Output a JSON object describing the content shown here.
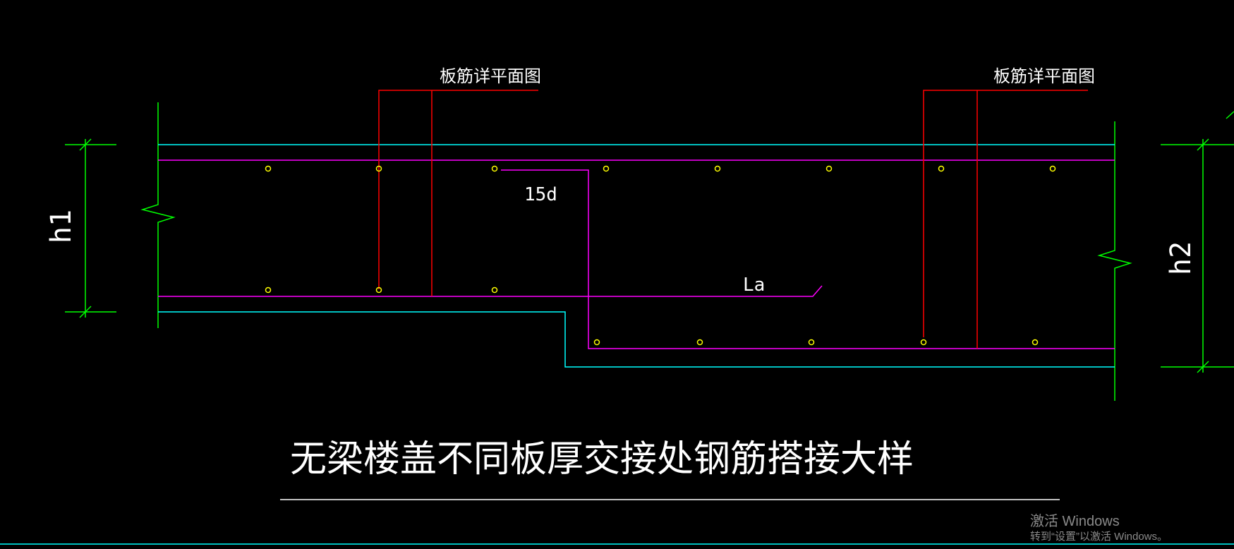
{
  "labels": {
    "plan_left": "板筋详平面图",
    "plan_right": "板筋详平面图",
    "d15": "15d",
    "la": "La",
    "h1": "h1",
    "h2": "h2",
    "title": "无梁楼盖不同板厚交接处钢筋搭接大样"
  },
  "watermark": {
    "line1": "激活 Windows",
    "line2": "转到“设置”以激活 Windows。"
  },
  "colors": {
    "background": "#000000",
    "concrete": "#00ffff",
    "rebar": "#ff00ff",
    "section_mark": "#ff0000",
    "boundary": "#00ff00",
    "rebar_dot": "#ffff00",
    "text": "#ffffff",
    "watermark": "#8a8a8a"
  }
}
